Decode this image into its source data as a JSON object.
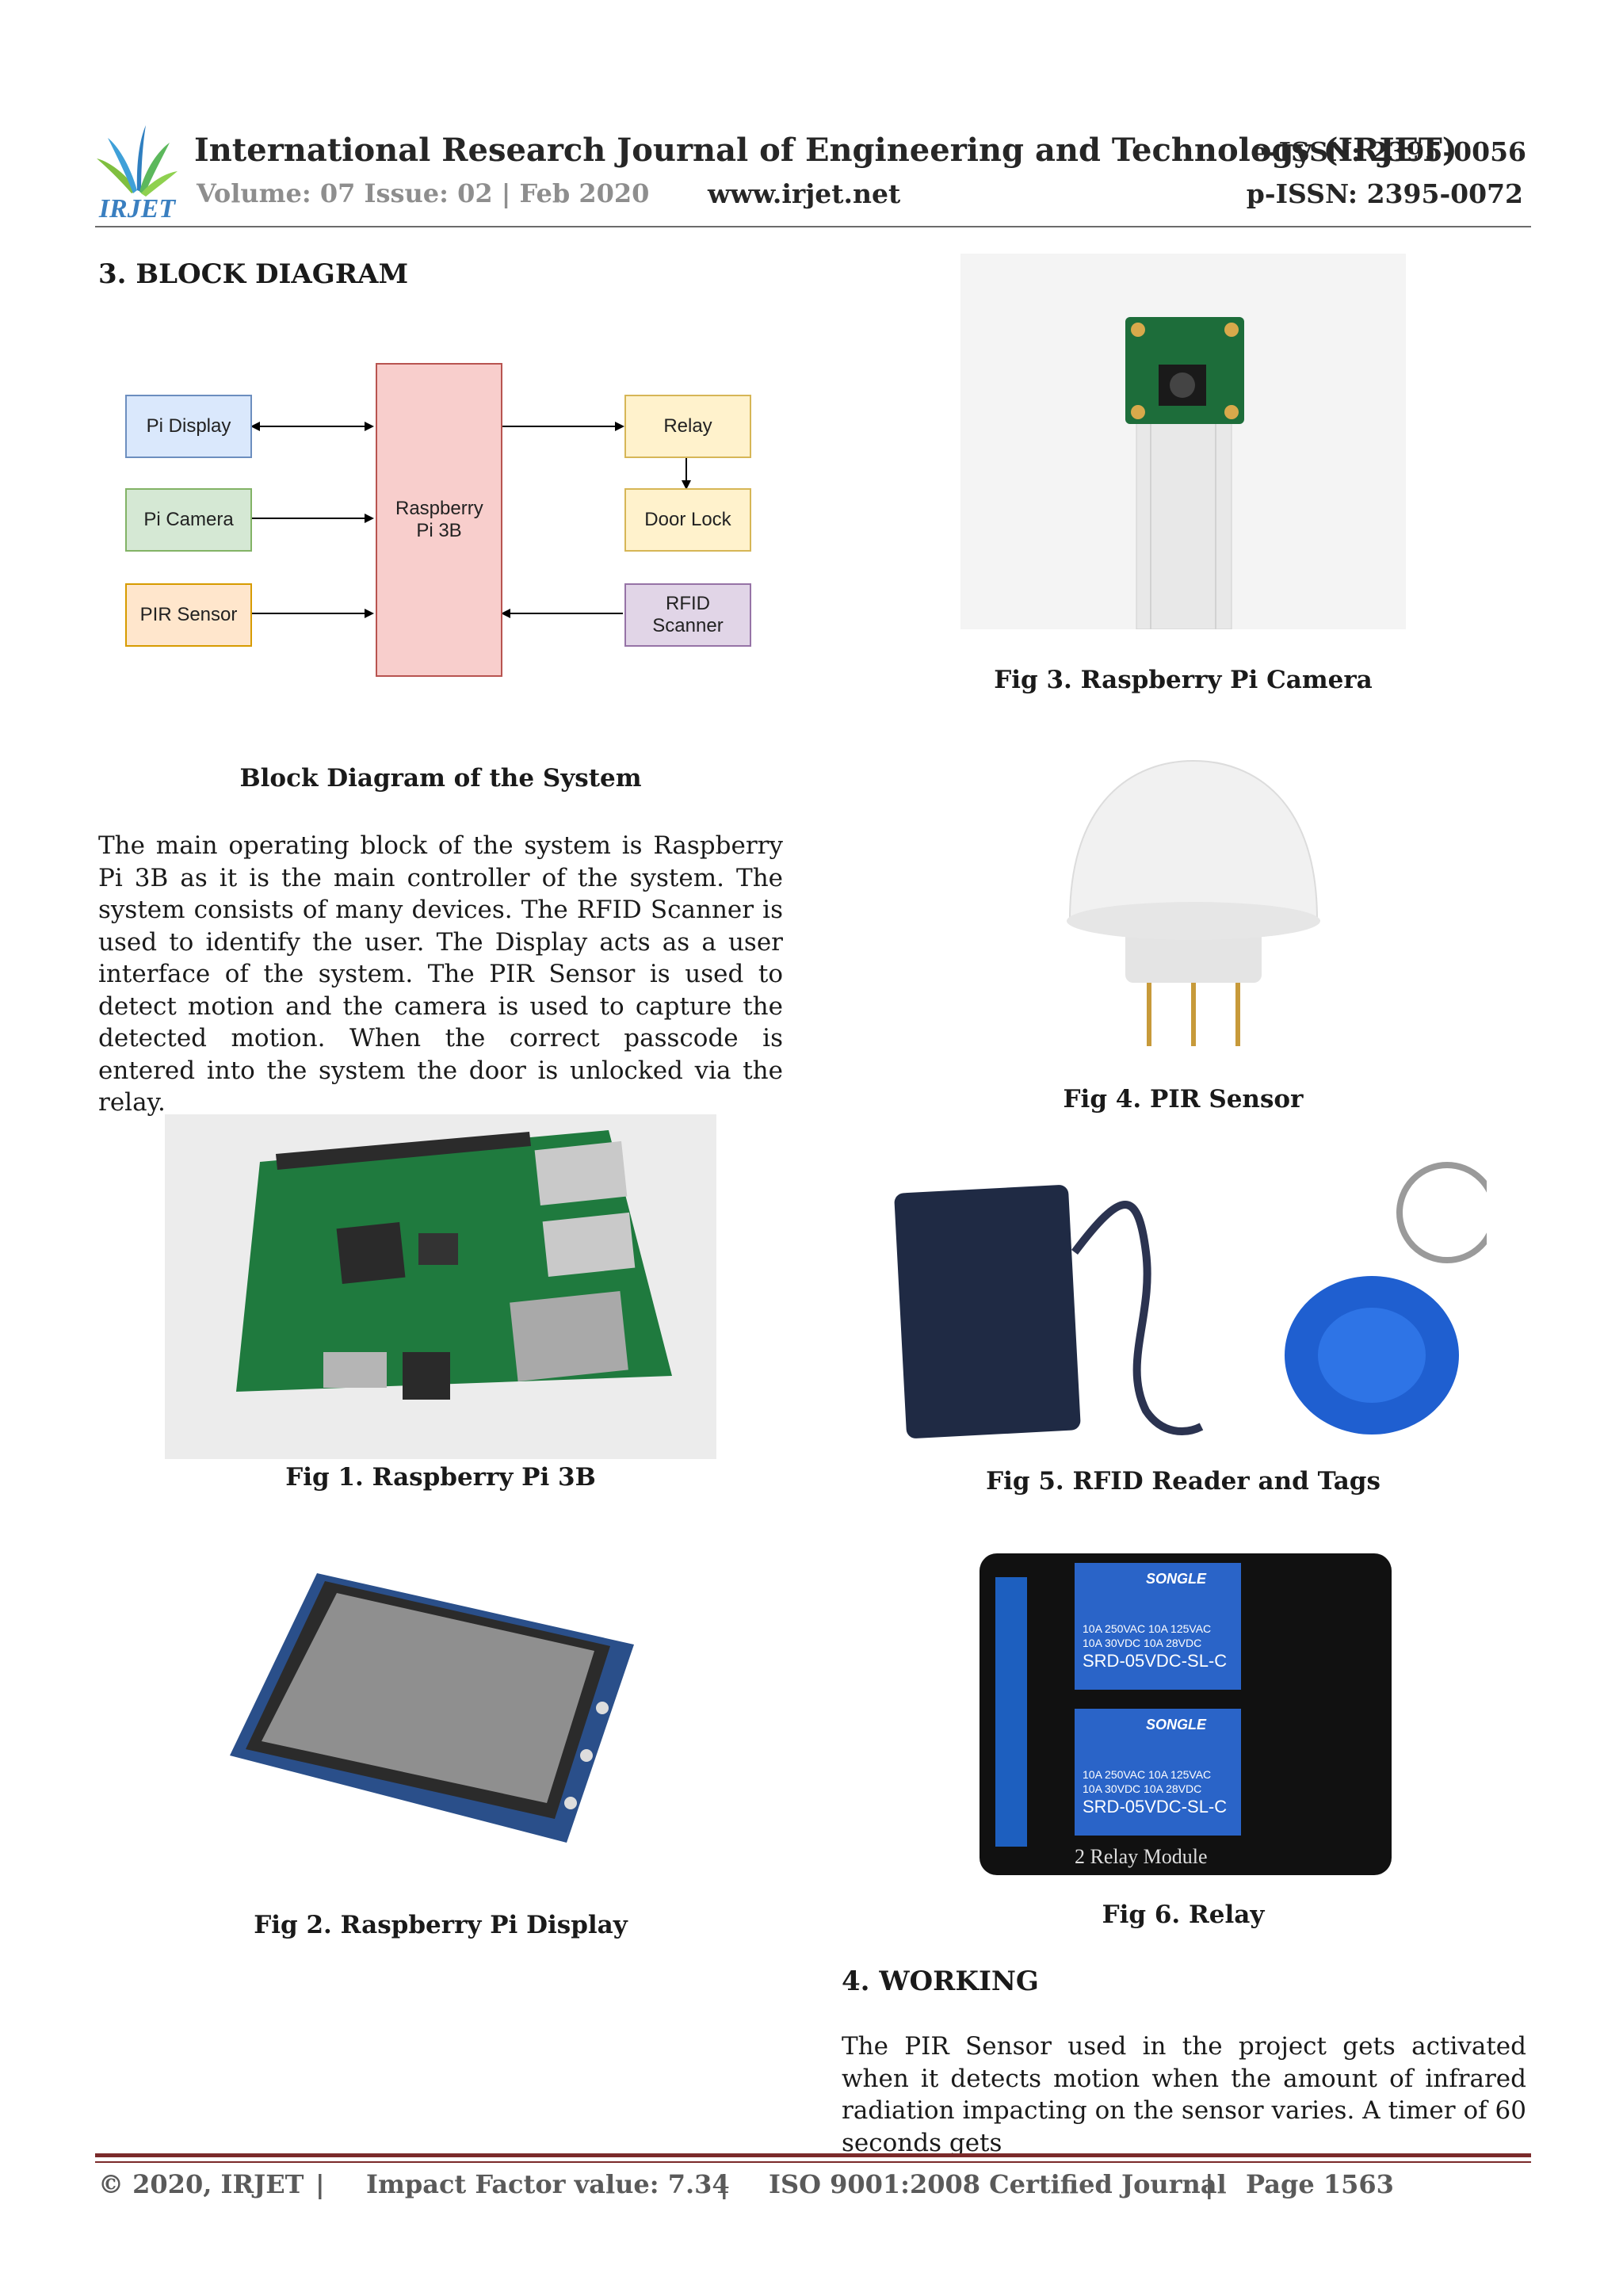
{
  "header": {
    "logo_text": "IRJET",
    "journal_title": "International Research Journal of Engineering and Technology (IRJET)",
    "eissn": "e-ISSN: 2395-0056",
    "volume": "Volume: 07 Issue: 02 | Feb 2020",
    "website": "www.irjet.net",
    "pissn": "p-ISSN: 2395-0072"
  },
  "left": {
    "section_heading": "3. BLOCK DIAGRAM",
    "diagram": {
      "center": "Raspberry Pi 3B",
      "pi_display": "Pi Display",
      "pi_camera": "Pi Camera",
      "pir_sensor": "PIR Sensor",
      "relay": "Relay",
      "door_lock": "Door Lock",
      "rfid_scanner": "RFID Scanner",
      "colors": {
        "center_fill": "#f8cecc",
        "center_stroke": "#b85450",
        "display_fill": "#dae8fc",
        "display_stroke": "#6c8ebf",
        "camera_fill": "#d5e8d4",
        "camera_stroke": "#82b366",
        "pir_fill": "#ffe6cc",
        "pir_stroke": "#d79b00",
        "relay_fill": "#fff2cc",
        "relay_stroke": "#d6b656",
        "rfid_fill": "#e1d5e7",
        "rfid_stroke": "#9673a6"
      }
    },
    "diagram_caption": "Block Diagram of the System",
    "paragraph": " The main operating block of the system is Raspberry Pi 3B as it is the main controller of the system. The system consists of many devices. The RFID Scanner is used to identify the user. The Display acts as a user interface of the system. The PIR Sensor is used to detect motion and the camera is used to capture the detected motion. When the correct passcode is entered into the system the door is unlocked via the relay.",
    "fig1_caption": "Fig 1. Raspberry Pi 3B",
    "fig2_caption": "Fig 2. Raspberry Pi Display"
  },
  "right": {
    "fig3_caption": "Fig 3. Raspberry Pi Camera",
    "fig4_caption": "Fig 4. PIR Sensor",
    "fig5_caption": "Fig 5. RFID Reader and Tags",
    "fig6_caption": "Fig 6. Relay",
    "relay_module_label": "2 Relay Module",
    "relay_brand": "SONGLE",
    "relay_spec_1": "10A 250VAC 10A 125VAC",
    "relay_spec_2": "10A 30VDC 10A 28VDC",
    "relay_model": "SRD-05VDC-SL-C",
    "section_heading": "4. WORKING",
    "paragraph": "The PIR Sensor used in the project gets activated when it detects motion when the amount of infrared radiation impacting on the sensor varies. A timer of 60 seconds gets"
  },
  "footer": {
    "copyright": "© 2020, IRJET",
    "sep": "|",
    "impact": "Impact Factor value: 7.34",
    "iso": "ISO 9001:2008 Certified Journal",
    "page": "Page 1563"
  }
}
